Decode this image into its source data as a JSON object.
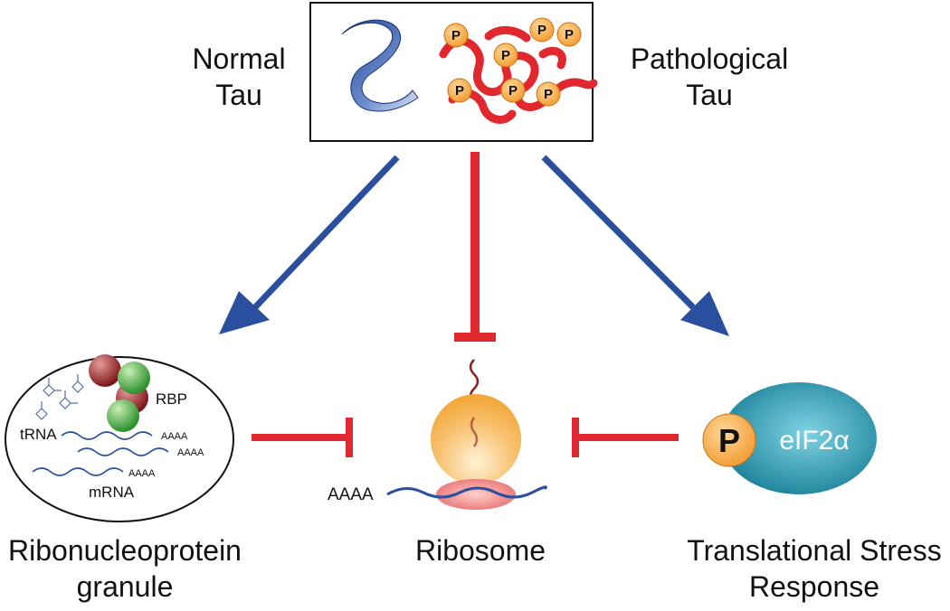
{
  "header": {
    "normal_tau": [
      "Normal",
      "Tau"
    ],
    "pathological_tau": [
      "Pathological",
      "Tau"
    ]
  },
  "phospho_label": "P",
  "granule": {
    "rbp_label": "RBP",
    "trna_label": "tRNA",
    "mrna_label": "mRNA",
    "polya_label": "AAAA",
    "caption": [
      "Ribonucleoprotein",
      "granule"
    ]
  },
  "ribosome": {
    "polya_label": "AAAA",
    "caption": [
      "Ribosome"
    ]
  },
  "stress": {
    "kinase_label": "eIF2α",
    "phospho_label": "P",
    "caption": [
      "Translational Stress",
      "Response"
    ]
  },
  "colors": {
    "activation": "#2a4f9e",
    "inhibition": "#e0282e",
    "phospho": "#f6a94a",
    "ribosome_large": "#f7b347",
    "ribosome_small": "#ef8080",
    "eif2a": "#1e8fa3",
    "rbp_green": "#3aa53a",
    "rbp_red": "#8e1e22"
  }
}
